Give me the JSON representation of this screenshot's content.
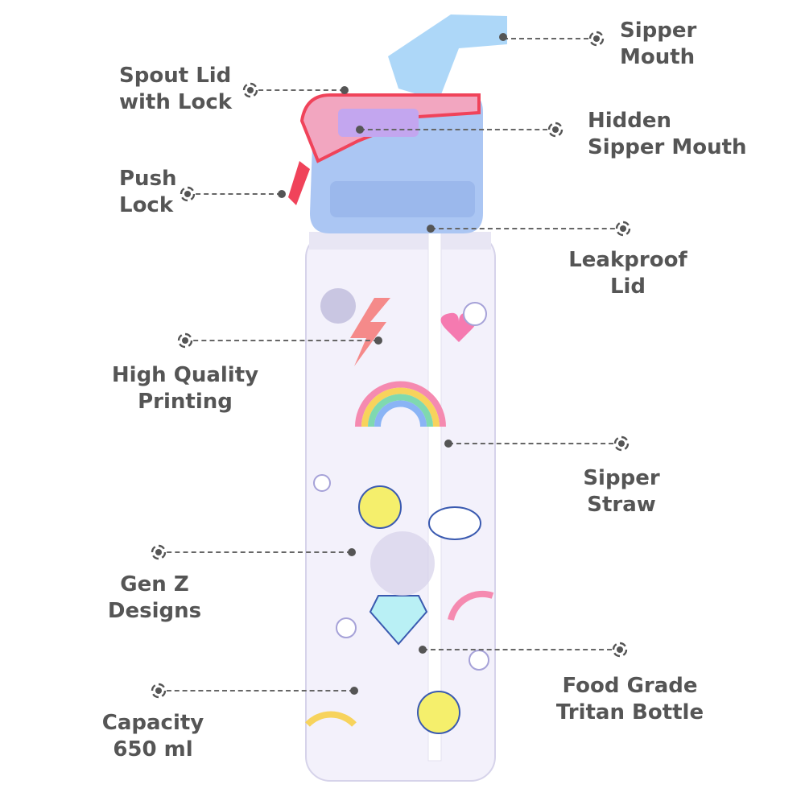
{
  "callouts": [
    {
      "id": "sipper-mouth",
      "lines": [
        "Sipper",
        "Mouth"
      ]
    },
    {
      "id": "spout-lid",
      "lines": [
        "Spout Lid",
        "with Lock"
      ]
    },
    {
      "id": "hidden-sipper",
      "lines": [
        "Hidden",
        "Sipper Mouth"
      ]
    },
    {
      "id": "push-lock",
      "lines": [
        "Push",
        "Lock"
      ]
    },
    {
      "id": "leakproof-lid",
      "lines": [
        "Leakproof",
        "Lid"
      ]
    },
    {
      "id": "printing",
      "lines": [
        "High Quality",
        "Printing"
      ]
    },
    {
      "id": "sipper-straw",
      "lines": [
        "Sipper",
        "Straw"
      ]
    },
    {
      "id": "genz",
      "lines": [
        "Gen Z",
        "Designs"
      ]
    },
    {
      "id": "tritan",
      "lines": [
        "Food Grade",
        "Tritan Bottle"
      ]
    },
    {
      "id": "capacity",
      "lines": [
        "Capacity",
        "650 ml"
      ]
    }
  ],
  "colors": {
    "text": "#555555",
    "lid": "#a9c4f2",
    "spout": "#f26b7a",
    "straw": "#8fc3f2"
  }
}
